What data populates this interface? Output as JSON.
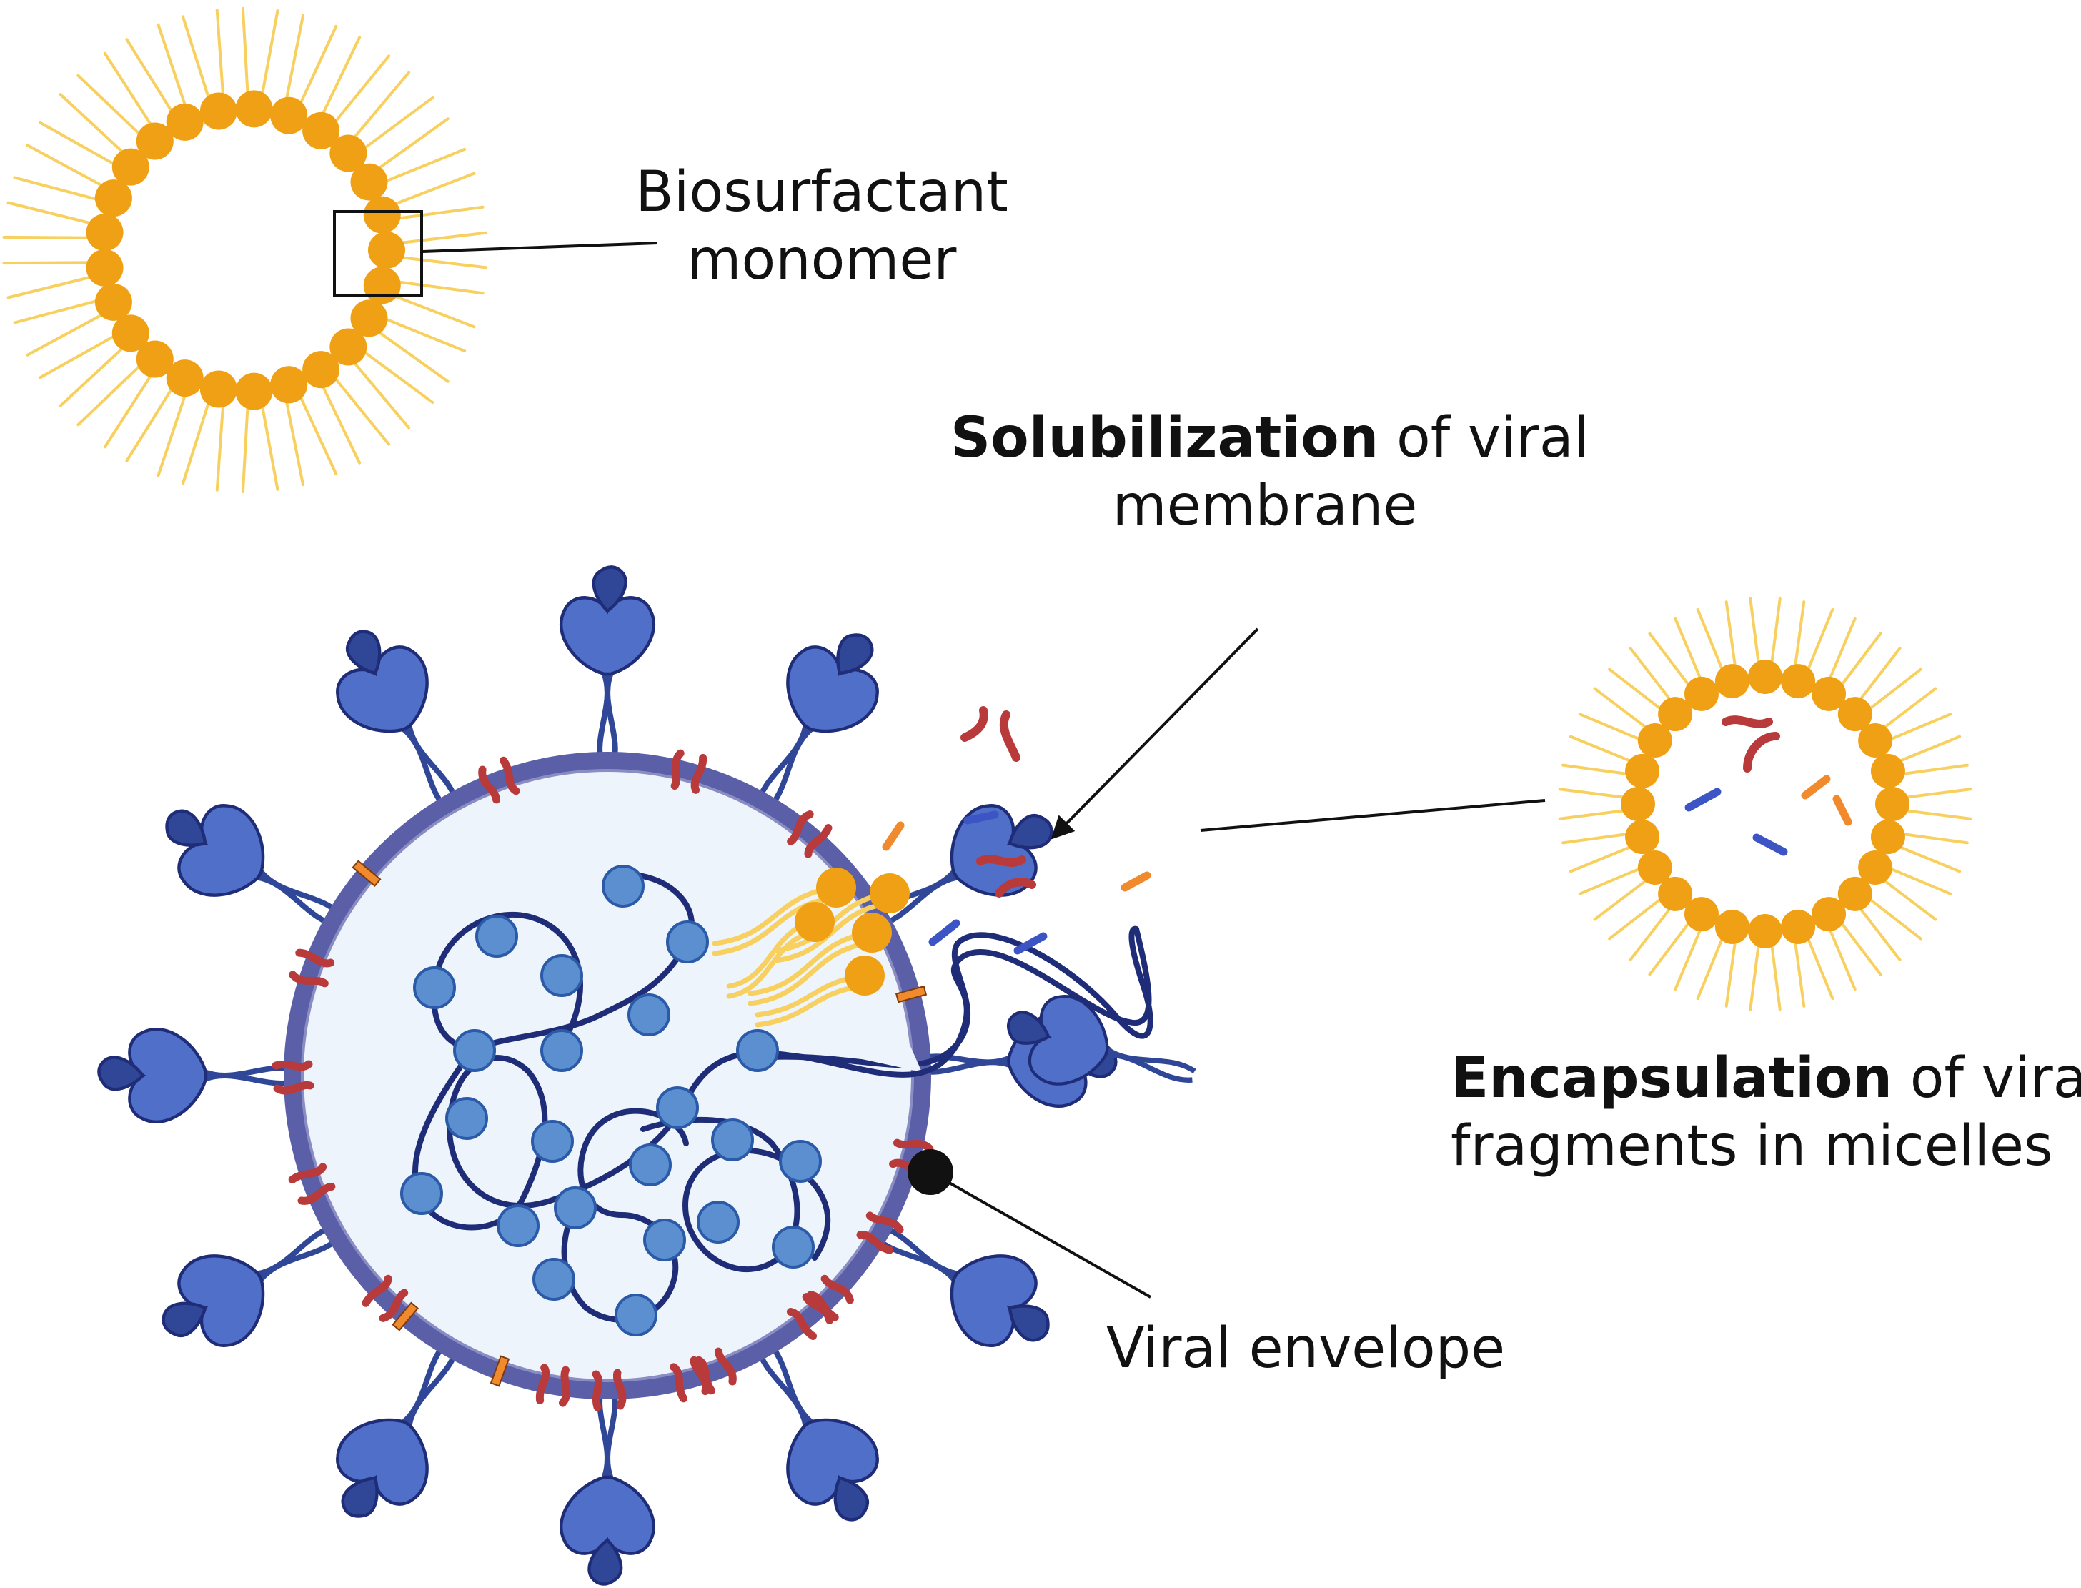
{
  "labels": {
    "biosurfactant": {
      "line1": "Biosurfactant",
      "line2": "monomer"
    },
    "solubilization": {
      "bold": "Solubilization",
      "rest": " of viral",
      "line2": "membrane"
    },
    "encapsulation": {
      "bold": "Encapsulation",
      "rest": " of viral",
      "line2": "fragments in micelles"
    },
    "envelope": {
      "text": "Viral envelope"
    }
  },
  "colors": {
    "surfactant_head": "#f0a014",
    "surfactant_tail": "#f7d060",
    "envelope": "#5a5fa8",
    "interior": "#eef4fb",
    "spike": "#4f6fc8",
    "spike_dark": "#2f4796",
    "rna": "#1f2d78",
    "nucleoprotein": "#5c8fd0",
    "membrane_protein_red": "#b83a3a",
    "membrane_protein_orange": "#f08a2c",
    "fragment_blue": "#3d55c4",
    "pointer": "#111111"
  }
}
